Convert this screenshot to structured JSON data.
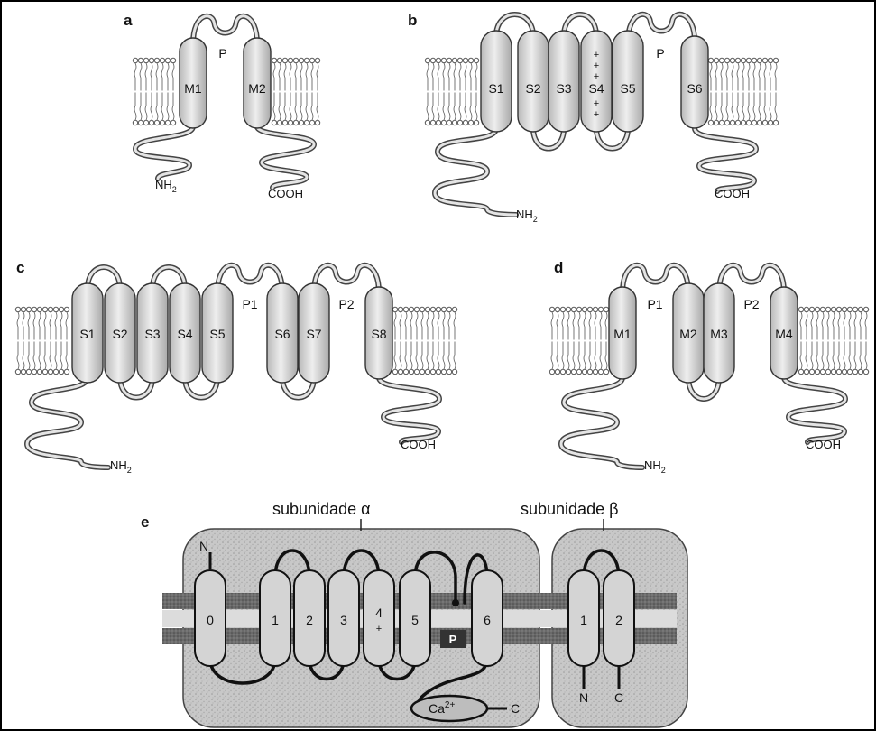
{
  "panels": [
    {
      "letter": "a",
      "segments": [
        "M1",
        "M2"
      ],
      "pores": [
        "P"
      ],
      "n_term": "NH",
      "c_term": "COOH"
    },
    {
      "letter": "b",
      "segments": [
        "S1",
        "S2",
        "S3",
        "S4",
        "S5",
        "S6"
      ],
      "charges": [
        "+",
        "+",
        "+",
        "+",
        "+"
      ],
      "pores": [
        "P"
      ],
      "n_term": "NH",
      "c_term": "COOH"
    },
    {
      "letter": "c",
      "segments": [
        "S1",
        "S2",
        "S3",
        "S4",
        "S5",
        "S6",
        "S7",
        "S8"
      ],
      "pores": [
        "P1",
        "P2"
      ],
      "n_term": "NH",
      "c_term": "COOH"
    },
    {
      "letter": "d",
      "segments": [
        "M1",
        "M2",
        "M3",
        "M4"
      ],
      "pores": [
        "P1",
        "P2"
      ],
      "n_term": "NH",
      "c_term": "COOH"
    }
  ],
  "subscript_2": "2",
  "panel_e": {
    "letter": "e",
    "alpha_title": "subunidade α",
    "beta_title": "subunidade β",
    "alpha_segments": [
      "0",
      "1",
      "2",
      "3",
      "4",
      "5",
      "6"
    ],
    "s4_charge": "+",
    "pore": "P",
    "n_label": "N",
    "ca_label": "Ca",
    "ca_sup": "2+",
    "c_label": "C",
    "beta_segments": [
      "1",
      "2"
    ],
    "beta_n": "N",
    "beta_c": "C"
  },
  "colors": {
    "helix_fill": "#d8d8d8",
    "helix_stroke": "#333333",
    "lipid": "#555555",
    "box_e": "#c4c4c4",
    "membrane_band": "#6e6e6e"
  }
}
